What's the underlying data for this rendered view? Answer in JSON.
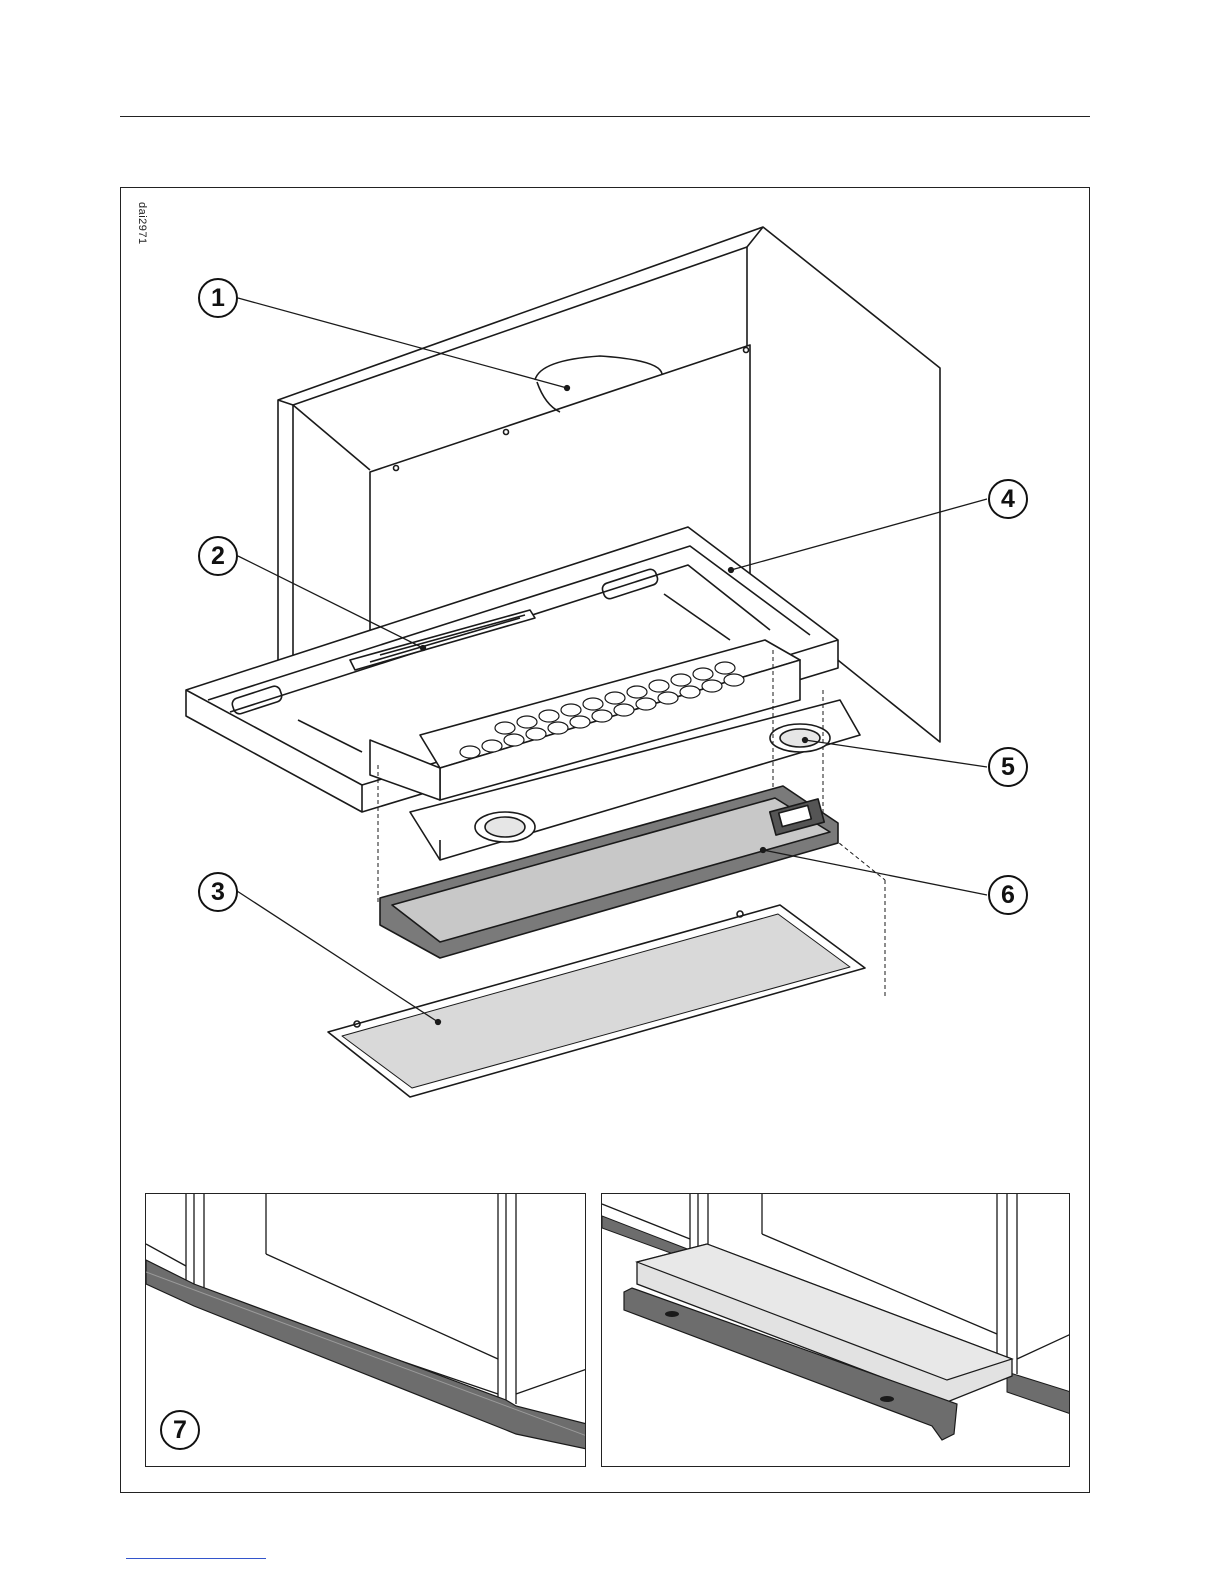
{
  "figure": {
    "code": "dai2971",
    "callouts": [
      {
        "id": "1",
        "label": "1"
      },
      {
        "id": "2",
        "label": "2"
      },
      {
        "id": "3",
        "label": "3"
      },
      {
        "id": "4",
        "label": "4"
      },
      {
        "id": "5",
        "label": "5"
      },
      {
        "id": "6",
        "label": "6"
      },
      {
        "id": "7",
        "label": "7"
      }
    ]
  },
  "colors": {
    "line": "#1a1a1a",
    "filter_cassette": "#7a7a7a",
    "filter_face": "#c8c8c8",
    "trim_strip": "#6d6d6d"
  }
}
